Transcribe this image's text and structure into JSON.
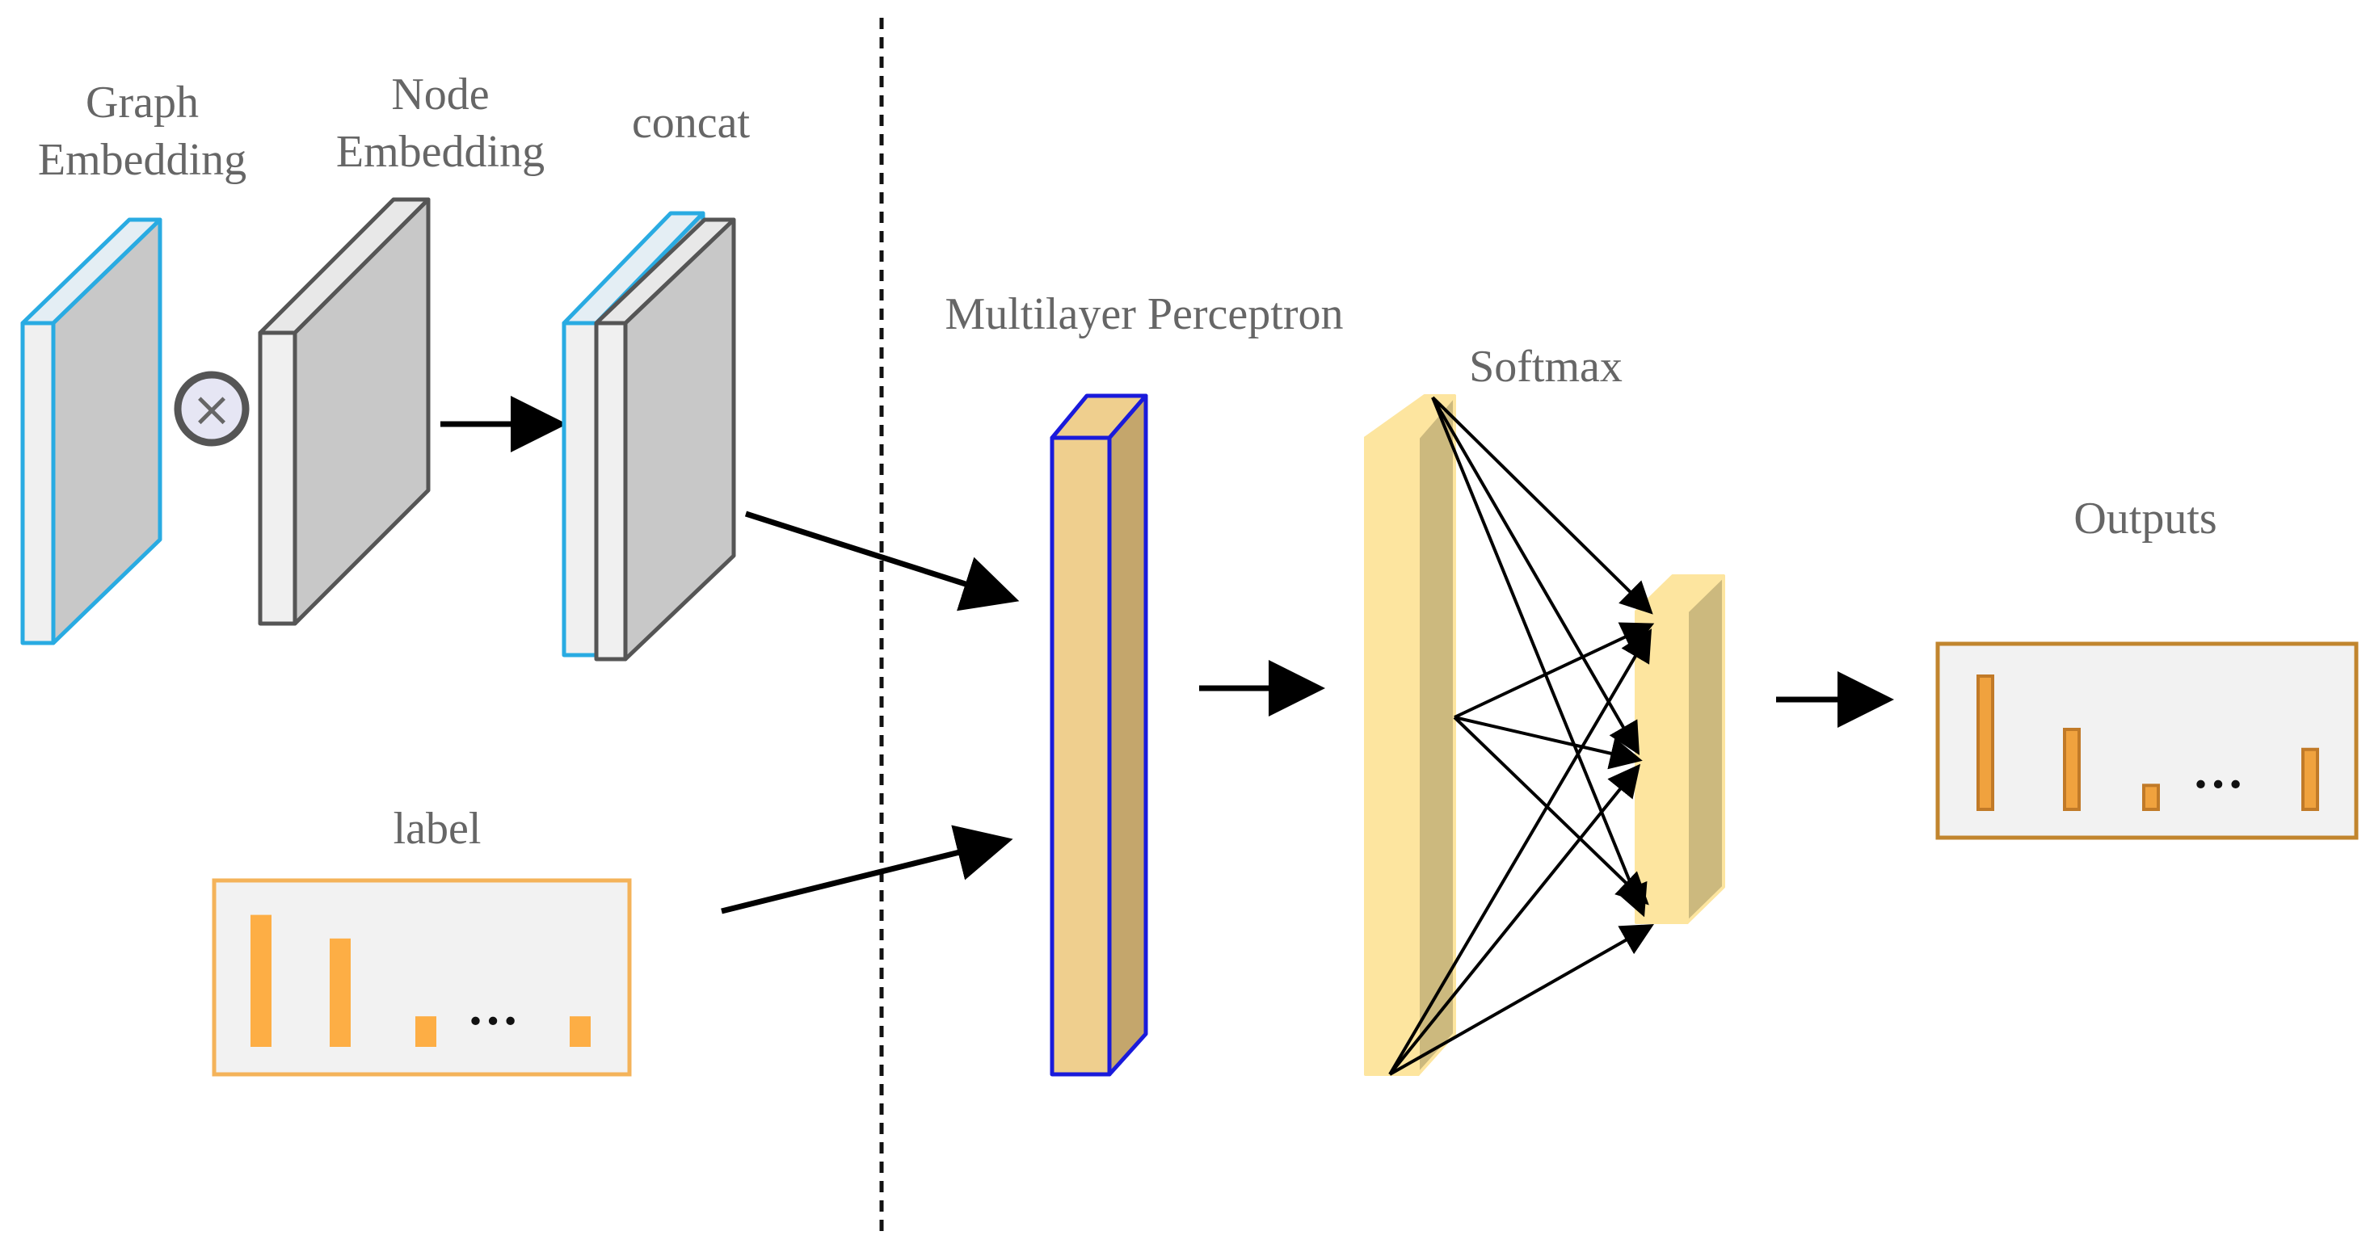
{
  "labels": {
    "graph_embedding_line1": "Graph",
    "graph_embedding_line2": "Embedding",
    "node_embedding_line1": "Node",
    "node_embedding_line2": "Embedding",
    "concat": "concat",
    "label": "label",
    "mlp": "Multilayer Perceptron",
    "softmax": "Softmax",
    "outputs": "Outputs"
  },
  "operator_symbol": "×",
  "ellipsis": "…",
  "label_bars": [
    0.95,
    0.78,
    0.22,
    0.22
  ],
  "output_bars": [
    1.0,
    0.6,
    0.18,
    0.45
  ],
  "colors": {
    "graph_embedding_edge": "#29abe2",
    "gray_face": "#c8c8c8",
    "light_face": "#f0f0f0",
    "node_edge": "#555555",
    "mlp_edge": "#1a1adb",
    "mlp_face": "#efcf8e",
    "mlp_side": "#c4a66c",
    "softmax_face": "#fde59f",
    "softmax_side": "#ccb97e",
    "label_bar": "#fdae45",
    "label_box_border": "#f4b35a",
    "output_bar": "#f0a23e",
    "output_box_border": "#c1852e",
    "box_fill": "#f2f2f2"
  }
}
